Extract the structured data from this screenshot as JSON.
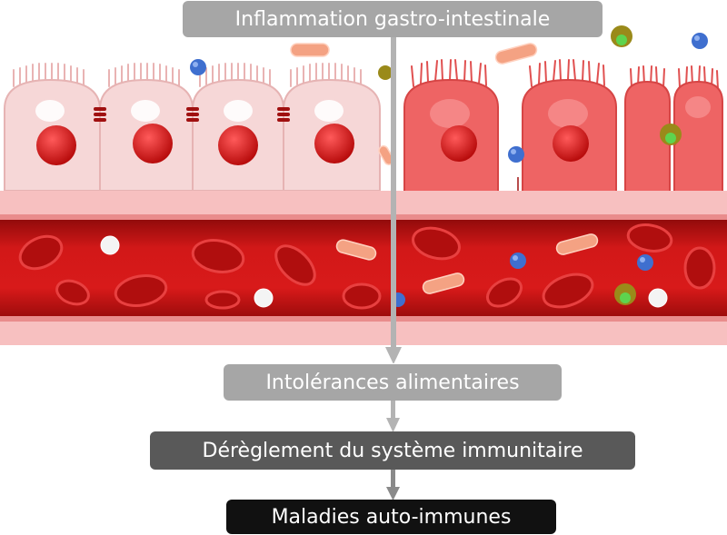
{
  "steps": [
    {
      "label": "Inflammation gastro-intestinale",
      "color": "#a6a6a6"
    },
    {
      "label": "Intolérances alimentaires",
      "color": "#a6a6a6"
    },
    {
      "label": "Dérèglement du système immunitaire",
      "color": "#595959"
    },
    {
      "label": "Maladies auto-immunes",
      "color": "#111111"
    }
  ],
  "colors": {
    "healthy_cell": "#f6d7d7",
    "inflamed_cell": "#ee6262",
    "nucleus": "#d81c1c",
    "vessel_wall": "#f3a3a3",
    "blood": "#c81414",
    "red_blood_cell": "#b80f0f",
    "arrow": "#b3b3b3"
  }
}
